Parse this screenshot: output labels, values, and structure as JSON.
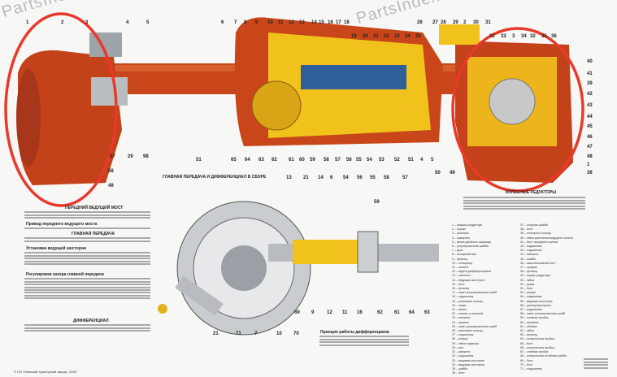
{
  "watermark": "PartsIndex",
  "headings": {
    "front_axle": "ПЕРЕДНИЙ ВЕДУЩИЙ МОСТ",
    "drive_title": "Привод переднего ведущего моста",
    "main_gear": "ГЛАВНАЯ ПЕРЕДАЧА",
    "pinion_setup": "Установка ведущей шестерни",
    "backlash": "Регулировка зазора главной передачи",
    "differential": "ДИФФЕРЕНЦИАЛ",
    "assembly": "ГЛАВНАЯ ПЕРЕДАЧА И ДИФФЕРЕНЦИАЛ В СБОРЕ",
    "wheel_reducers": "КОЛЕСНЫЕ РЕДУКТОРЫ",
    "diff_principle": "Принцип работы дифференциала"
  },
  "top_labels": [
    "1",
    "2",
    "3",
    "4",
    "5",
    "6",
    "7",
    "8",
    "9",
    "10",
    "11",
    "12",
    "13",
    "14",
    "15",
    "16",
    "17",
    "18",
    "19",
    "20",
    "21",
    "22",
    "23",
    "24",
    "25",
    "26",
    "27",
    "28",
    "29",
    "2",
    "30",
    "31",
    "32",
    "33",
    "3",
    "34",
    "32",
    "35",
    "36"
  ],
  "right_labels": [
    "40",
    "41",
    "39",
    "42",
    "43",
    "44",
    "45",
    "46",
    "47",
    "48",
    "1",
    "36"
  ],
  "mid_labels": [
    "57",
    "29",
    "98",
    "58",
    "49",
    "51",
    "65",
    "64",
    "63",
    "62",
    "61",
    "60",
    "59",
    "58",
    "57",
    "56",
    "55",
    "54",
    "53",
    "52",
    "51",
    "4",
    "5",
    "50",
    "49"
  ],
  "lower_top_labels": [
    "13",
    "21",
    "14",
    "6",
    "54",
    "56",
    "55",
    "58",
    "57",
    "59"
  ],
  "lower_bottom_labels": [
    "69",
    "9",
    "12",
    "11",
    "16",
    "62",
    "61",
    "64",
    "63",
    "21",
    "71",
    "7",
    "10",
    "70"
  ],
  "legend_left": [
    "1 – крышка редуктора",
    "2 – корпус",
    "3 – шпилька",
    "4 – шкворень",
    "5 – вилка двойного шарнира",
    "6 – регулировочная шайба",
    "7 – диск",
    "8 – шлицевой вал",
    "9 – фланец",
    "10 – сепаратор",
    "11 – шплинт",
    "12 – муфта дифференциала",
    "13 – сателлит",
    "14 – ведущая шестерня",
    "15 – болт",
    "16 – фланец",
    "17 – пакет регулировочных шайб",
    "18 – подшипник",
    "19 – резиновое кольцо",
    "20 – сапун",
    "21 – вилка",
    "22 – стакан со втулкой",
    "23 – манжета",
    "24 – крышка",
    "25 – пакет регулировочных шайб",
    "26 – резиновое кольцо",
    "27 – подшипник",
    "28 – кольцо",
    "29 – гайка подвески",
    "30 – вал",
    "31 – манжета",
    "32 – подшипник",
    "33 – ведомая шестерня",
    "34 – ведущая шестерня",
    "35 – шайба",
    "36 – болт"
  ],
  "legend_right": [
    "37 – опорная шайба",
    "38 – болт",
    "39 – стопорное кольцо",
    "40 – гайка крепления ведущего колеса",
    "41 – болт переднего колеса",
    "42 – подшипник",
    "43 – подшипник",
    "44 – манжета",
    "45 – шайба",
    "46 – маслоналивной болт",
    "47 – сухарик",
    "48 – фланец",
    "49 – корпус редуктора",
    "50 – гайка",
    "51 – рукав",
    "52 – болт",
    "53 – корпус",
    "54 – подшипник",
    "55 – ведомая шестерня",
    "56 – распорная втулка",
    "57 – подшипник",
    "58 – пакет регулировочных шайб",
    "59 – сливная пробка",
    "60 – манжета",
    "61 – обойма",
    "62 – гайка",
    "63 – фланец",
    "64 – контрольная пробка",
    "65 – болт",
    "66 – контрольная пробка",
    "67 – сливная пробка",
    "68 – контрольная отгибная шайба",
    "69 – болт",
    "70 – болт",
    "71 – подшипник"
  ],
  "copyright": "© ПО «Минский тракторный завод», 2000",
  "colors": {
    "housing": "#c8461a",
    "cutaway": "#f2c21c",
    "highlight": "#e8392b",
    "steel": "#b8bcc0"
  }
}
